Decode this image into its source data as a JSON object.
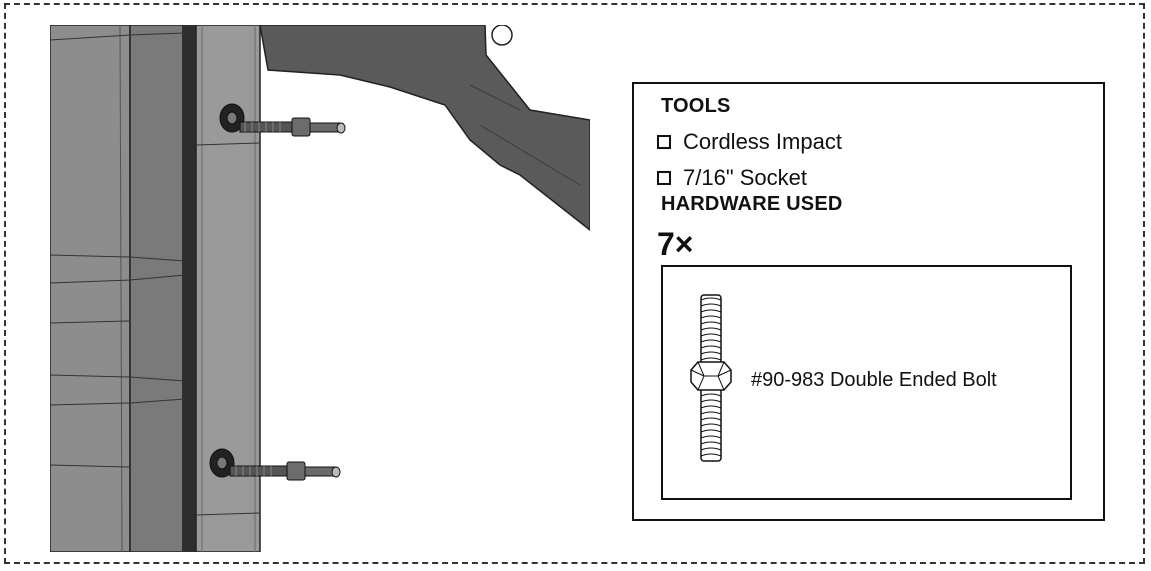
{
  "tools": {
    "heading": "TOOLS",
    "items": [
      {
        "label": "Cordless Impact",
        "icon": "checkbox-icon"
      },
      {
        "label": "7/16\" Socket",
        "icon": "checkbox-icon"
      }
    ]
  },
  "hardware": {
    "heading": "HARDWARE USED",
    "quantity": "7×",
    "part_label": "#90-983 Double Ended Bolt",
    "icon": "double-ended-bolt-icon"
  },
  "illustration": {
    "icon": "frame-post-with-bolts-illustration"
  }
}
